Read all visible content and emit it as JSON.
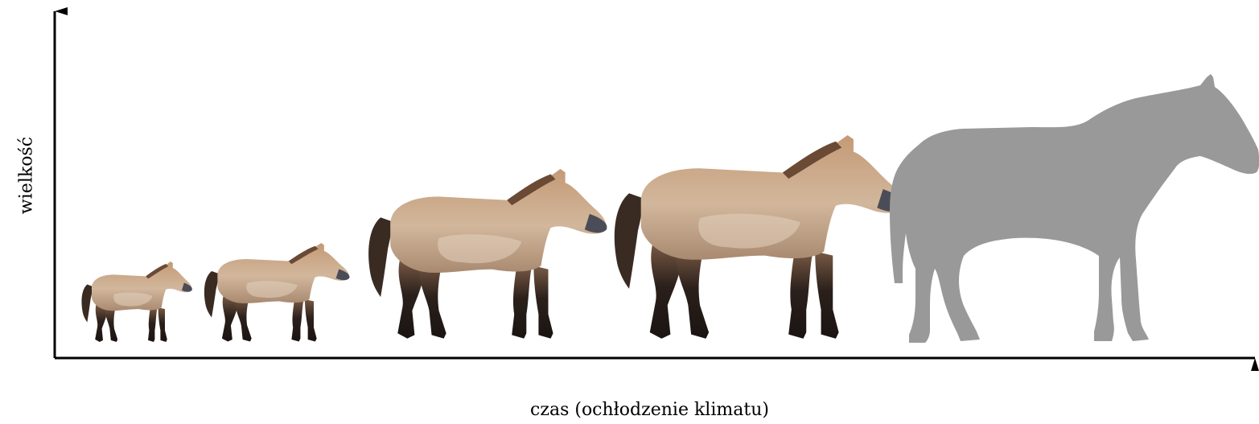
{
  "diagram": {
    "type": "size-evolution-figure",
    "x_axis_label": "czas (ochłodzenie klimatu)",
    "y_axis_label": "wielkość",
    "figures": [
      {
        "kind": "photo-horse",
        "relative_size": 0.35,
        "color": "#c9a27f"
      },
      {
        "kind": "photo-horse",
        "relative_size": 0.42,
        "color": "#c9a27f"
      },
      {
        "kind": "photo-horse",
        "relative_size": 0.72,
        "color": "#c9a27f"
      },
      {
        "kind": "photo-horse",
        "relative_size": 0.83,
        "color": "#c9a27f"
      },
      {
        "kind": "silhouette-horse",
        "relative_size": 1.0,
        "color": "#999999"
      }
    ],
    "colors": {
      "axis": "#000000",
      "coat": "#c9a27f",
      "coat_light": "#d8c3ad",
      "mane": "#6b4a35",
      "legs": "#2a1f1a",
      "muzzle": "#4a4d57",
      "silhouette": "#999999"
    }
  }
}
